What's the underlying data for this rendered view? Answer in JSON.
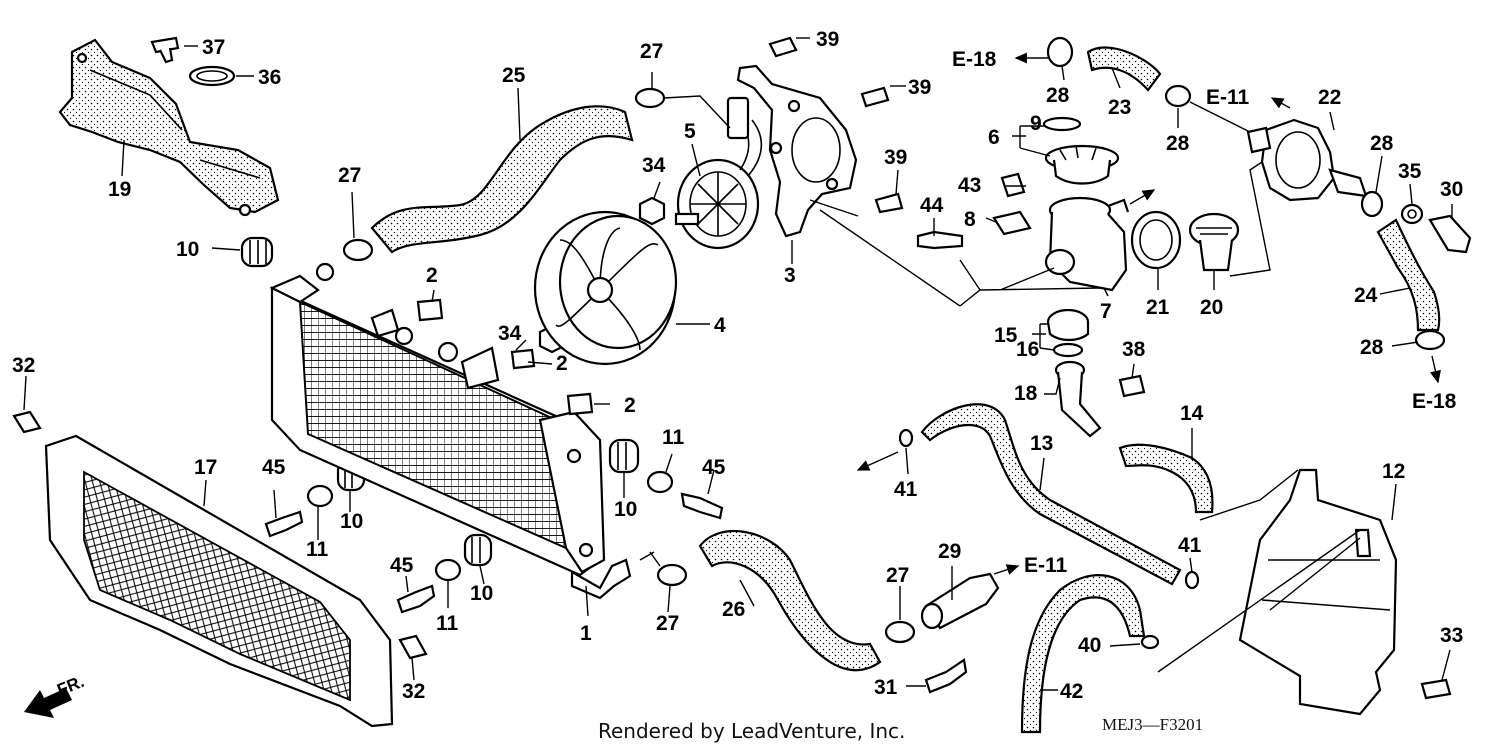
{
  "diagram": {
    "callouts": [
      {
        "id": "c1",
        "text": "1"
      },
      {
        "id": "c2a",
        "text": "2"
      },
      {
        "id": "c2b",
        "text": "2"
      },
      {
        "id": "c2c",
        "text": "2"
      },
      {
        "id": "c3",
        "text": "3"
      },
      {
        "id": "c4",
        "text": "4"
      },
      {
        "id": "c5",
        "text": "5"
      },
      {
        "id": "c6",
        "text": "6"
      },
      {
        "id": "c7",
        "text": "7"
      },
      {
        "id": "c8",
        "text": "8"
      },
      {
        "id": "c9",
        "text": "9"
      },
      {
        "id": "c10a",
        "text": "10"
      },
      {
        "id": "c10b",
        "text": "10"
      },
      {
        "id": "c10c",
        "text": "10"
      },
      {
        "id": "c10d",
        "text": "10"
      },
      {
        "id": "c11a",
        "text": "11"
      },
      {
        "id": "c11b",
        "text": "11"
      },
      {
        "id": "c11c",
        "text": "11"
      },
      {
        "id": "c12",
        "text": "12"
      },
      {
        "id": "c13",
        "text": "13"
      },
      {
        "id": "c14",
        "text": "14"
      },
      {
        "id": "c15",
        "text": "15"
      },
      {
        "id": "c16",
        "text": "16"
      },
      {
        "id": "c17",
        "text": "17"
      },
      {
        "id": "c18",
        "text": "18"
      },
      {
        "id": "c19",
        "text": "19"
      },
      {
        "id": "c20",
        "text": "20"
      },
      {
        "id": "c21",
        "text": "21"
      },
      {
        "id": "c22",
        "text": "22"
      },
      {
        "id": "c23",
        "text": "23"
      },
      {
        "id": "c24",
        "text": "24"
      },
      {
        "id": "c25",
        "text": "25"
      },
      {
        "id": "c26",
        "text": "26"
      },
      {
        "id": "c27a",
        "text": "27"
      },
      {
        "id": "c27b",
        "text": "27"
      },
      {
        "id": "c27c",
        "text": "27"
      },
      {
        "id": "c27d",
        "text": "27"
      },
      {
        "id": "c28a",
        "text": "28"
      },
      {
        "id": "c28b",
        "text": "28"
      },
      {
        "id": "c28c",
        "text": "28"
      },
      {
        "id": "c28d",
        "text": "28"
      },
      {
        "id": "c29",
        "text": "29"
      },
      {
        "id": "c30",
        "text": "30"
      },
      {
        "id": "c31",
        "text": "31"
      },
      {
        "id": "c32a",
        "text": "32"
      },
      {
        "id": "c32b",
        "text": "32"
      },
      {
        "id": "c33",
        "text": "33"
      },
      {
        "id": "c34a",
        "text": "34"
      },
      {
        "id": "c34b",
        "text": "34"
      },
      {
        "id": "c35",
        "text": "35"
      },
      {
        "id": "c36",
        "text": "36"
      },
      {
        "id": "c37",
        "text": "37"
      },
      {
        "id": "c38",
        "text": "38"
      },
      {
        "id": "c39a",
        "text": "39"
      },
      {
        "id": "c39b",
        "text": "39"
      },
      {
        "id": "c39c",
        "text": "39"
      },
      {
        "id": "c40",
        "text": "40"
      },
      {
        "id": "c41a",
        "text": "41"
      },
      {
        "id": "c41b",
        "text": "41"
      },
      {
        "id": "c42",
        "text": "42"
      },
      {
        "id": "c43",
        "text": "43"
      },
      {
        "id": "c44",
        "text": "44"
      },
      {
        "id": "c45a",
        "text": "45"
      },
      {
        "id": "c45b",
        "text": "45"
      },
      {
        "id": "c45c",
        "text": "45"
      }
    ],
    "references": {
      "e18_top": "E-18",
      "e11_top": "E-11",
      "e18_right": "E-18",
      "e11_bottom": "E-11"
    },
    "front_marker": "FR.",
    "footer_credit": "Rendered by LeadVenture, Inc.",
    "diagram_code": "MEJ3—F3201"
  }
}
